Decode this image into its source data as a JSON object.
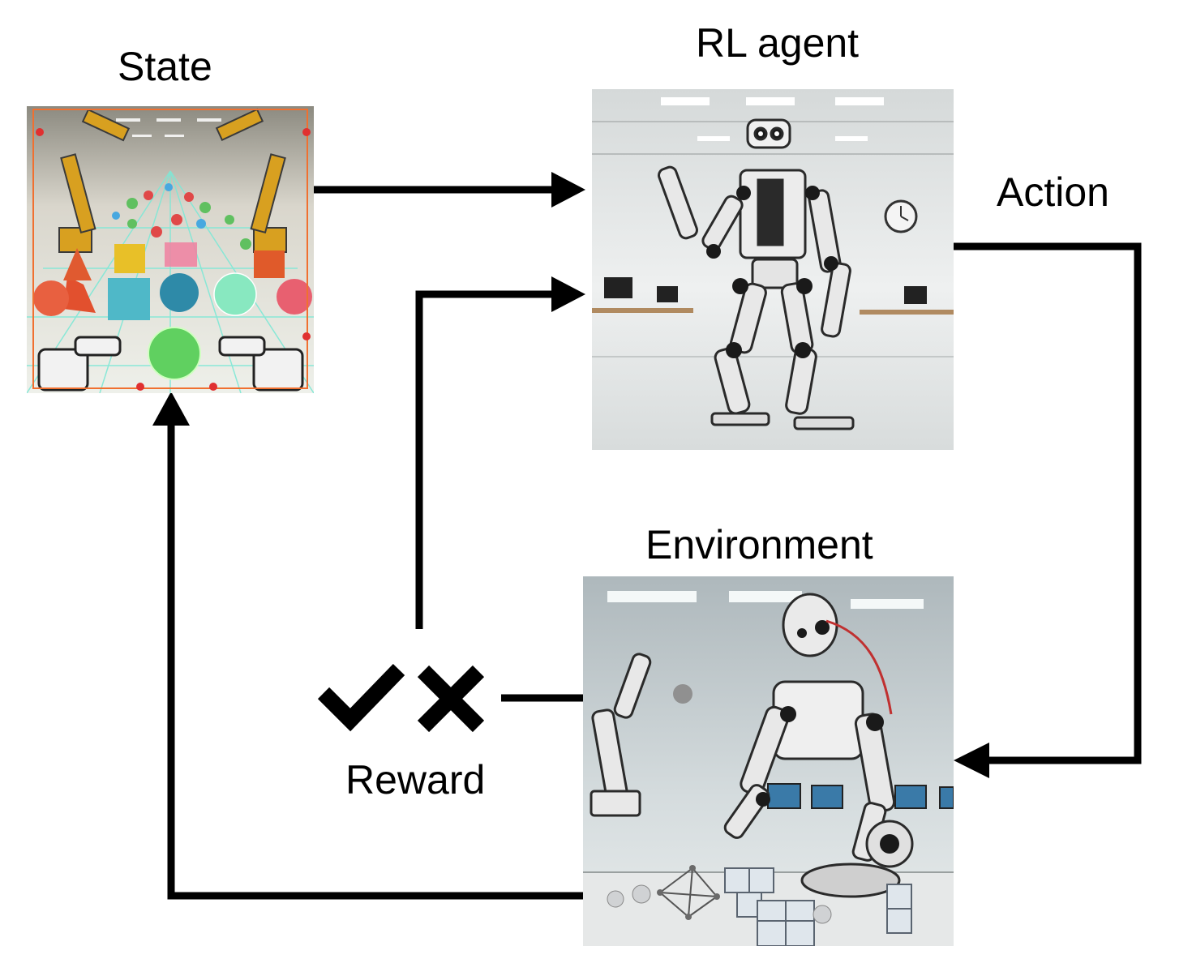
{
  "labels": {
    "state": "State",
    "agent": "RL agent",
    "action": "Action",
    "environment": "Environment",
    "reward": "Reward"
  },
  "colors": {
    "arrow": "#000000",
    "state_grid": "#7fe8d6",
    "state_frame": "#f07030",
    "agent_wall": "#e6eaea",
    "env_wall": "#c9d2d6"
  },
  "icons": {
    "reward_positive": "check-icon",
    "reward_negative": "cross-icon"
  }
}
